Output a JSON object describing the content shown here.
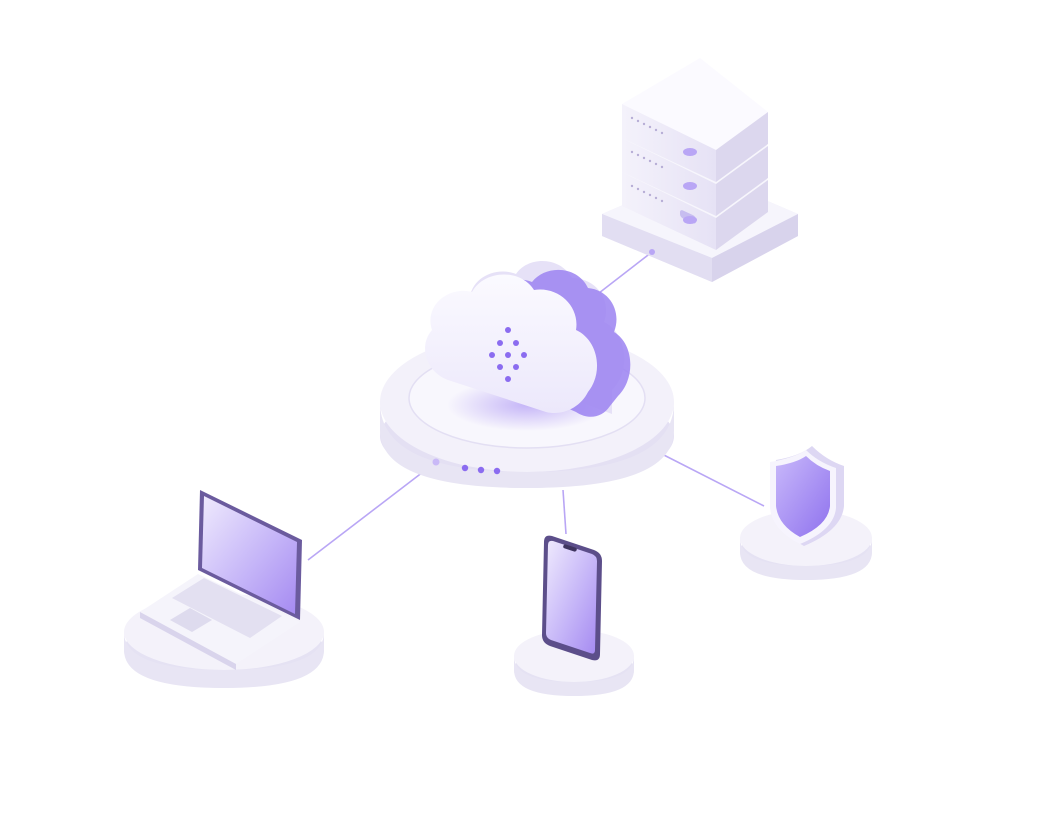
{
  "diagram": {
    "center": {
      "node": "cloud",
      "icon": "cloud-icon",
      "glyph": "dot-grid-logo"
    },
    "nodes": [
      {
        "id": "server",
        "icon": "server-rack-icon",
        "units": 3
      },
      {
        "id": "laptop",
        "icon": "laptop-icon"
      },
      {
        "id": "phone",
        "icon": "smartphone-icon"
      },
      {
        "id": "shield",
        "icon": "security-shield-icon"
      }
    ],
    "links": [
      [
        "cloud",
        "server"
      ],
      [
        "cloud",
        "laptop"
      ],
      [
        "cloud",
        "phone"
      ],
      [
        "cloud",
        "shield"
      ]
    ],
    "hub_indicator_dots": 3
  },
  "colors": {
    "accent": "#8b6cf0",
    "accent_light": "#cfc3fb",
    "link": "#b9a6f5",
    "platform": "#f1eff9",
    "platform_edge": "#dedaf0",
    "device_body": "#f7f6fc"
  }
}
